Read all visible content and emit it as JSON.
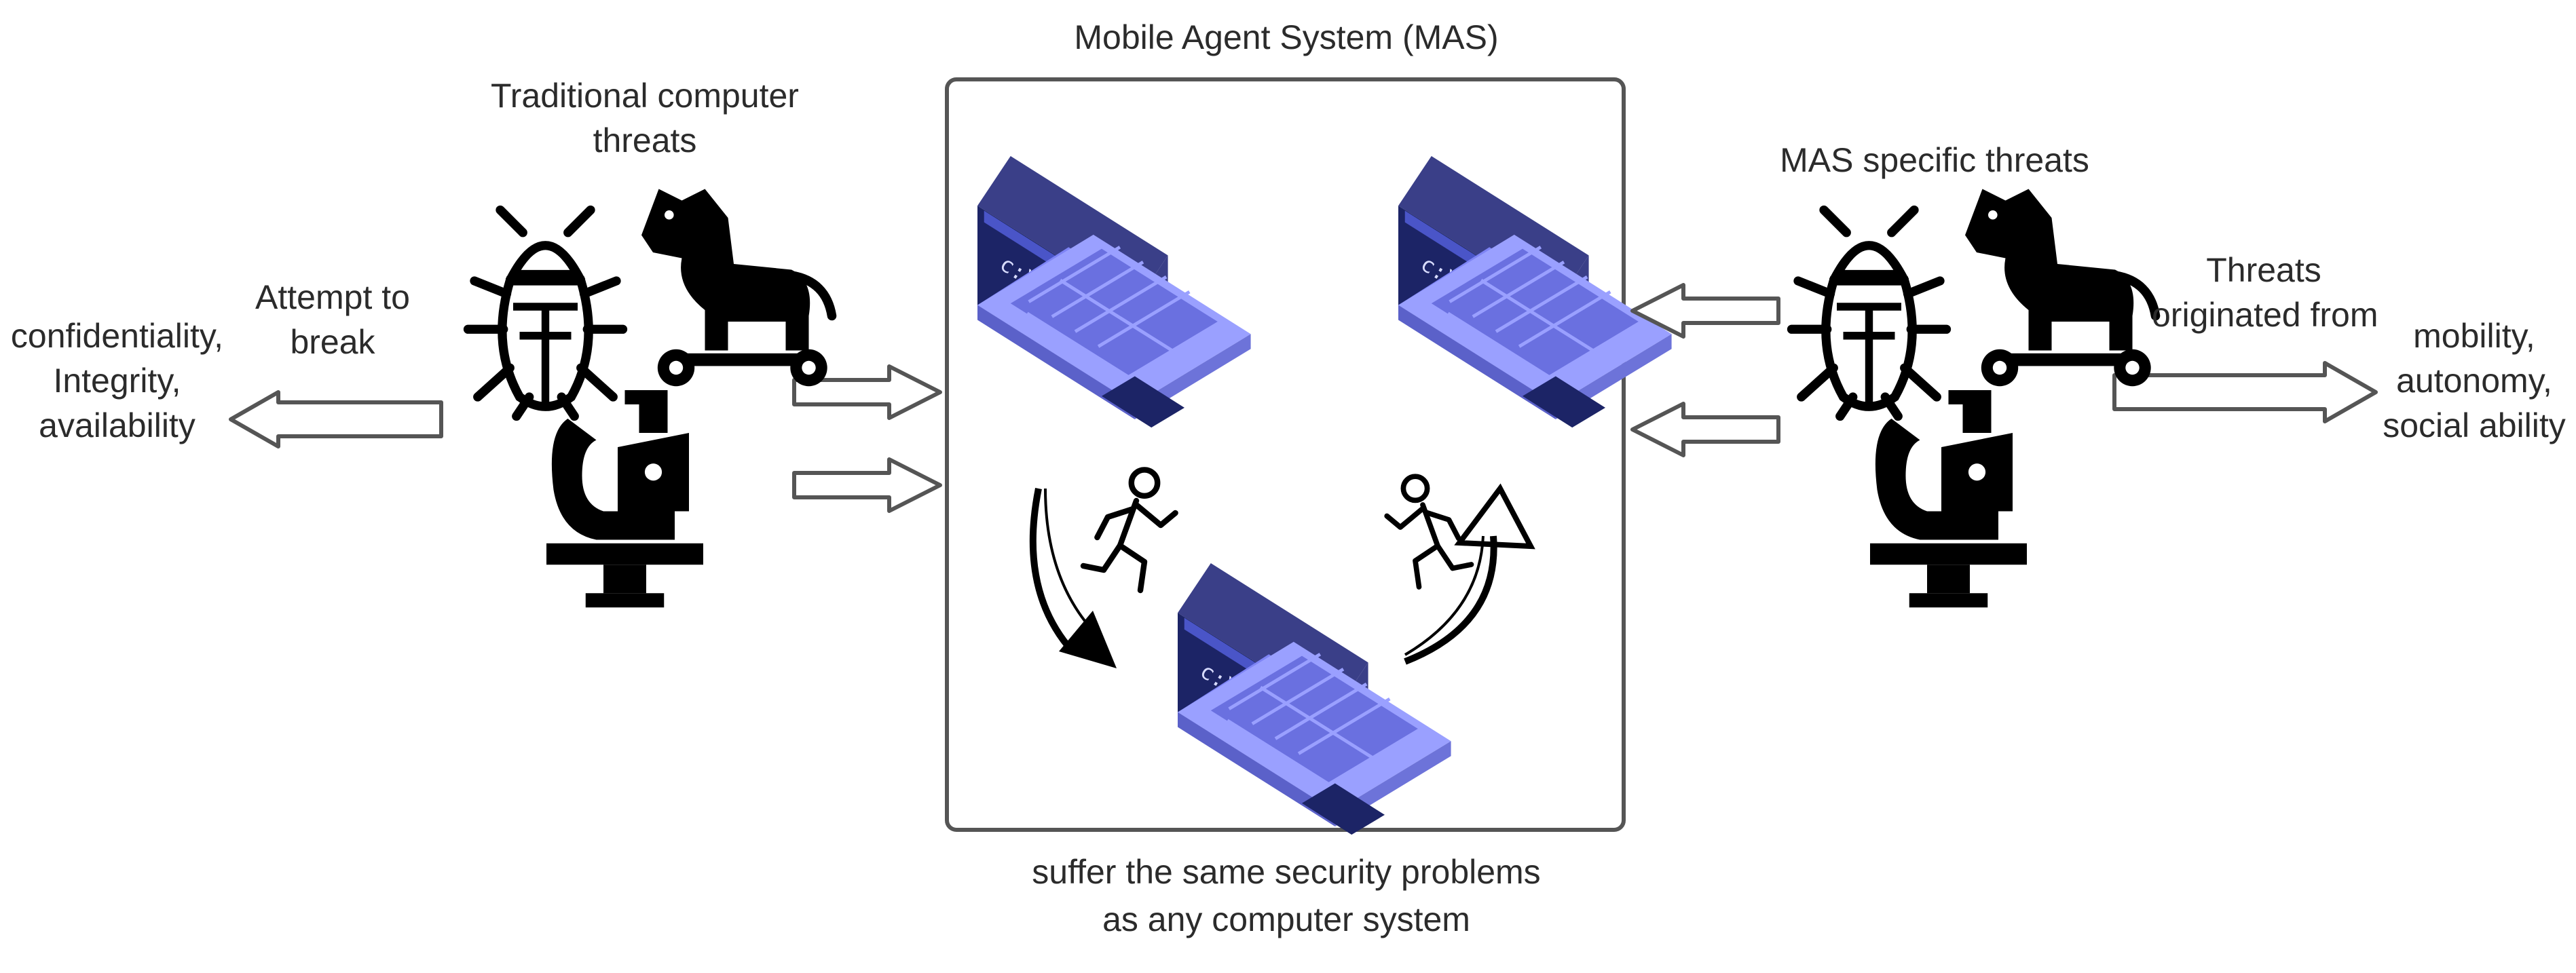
{
  "mas": {
    "title": "Mobile Agent System (MAS)",
    "caption_line1": "suffer the same security problems",
    "caption_line2": "as any computer system"
  },
  "traditional": {
    "title_line1": "Traditional computer",
    "title_line2": "threats",
    "attempt_line1": "Attempt to",
    "attempt_line2": "break",
    "targets_line1": "confidentiality,",
    "targets_line2": "Integrity,",
    "targets_line3": "availability"
  },
  "specific": {
    "title": "MAS specific threats",
    "origin_line1": "Threats",
    "origin_line2": "originated from",
    "sources_line1": "mobility,",
    "sources_line2": "autonomy,",
    "sources_line3": "social ability"
  },
  "icons": [
    "bug-icon",
    "trojan-horse-icon",
    "hacker-icon",
    "laptop-icon",
    "running-agent-icon",
    "curved-arrow-icon"
  ],
  "colors": {
    "laptop_body": "#7e84f5",
    "laptop_screen": "#1c2466",
    "laptop_dark": "#3a3f88",
    "arrow_stroke": "#555555",
    "box_stroke": "#555555"
  }
}
